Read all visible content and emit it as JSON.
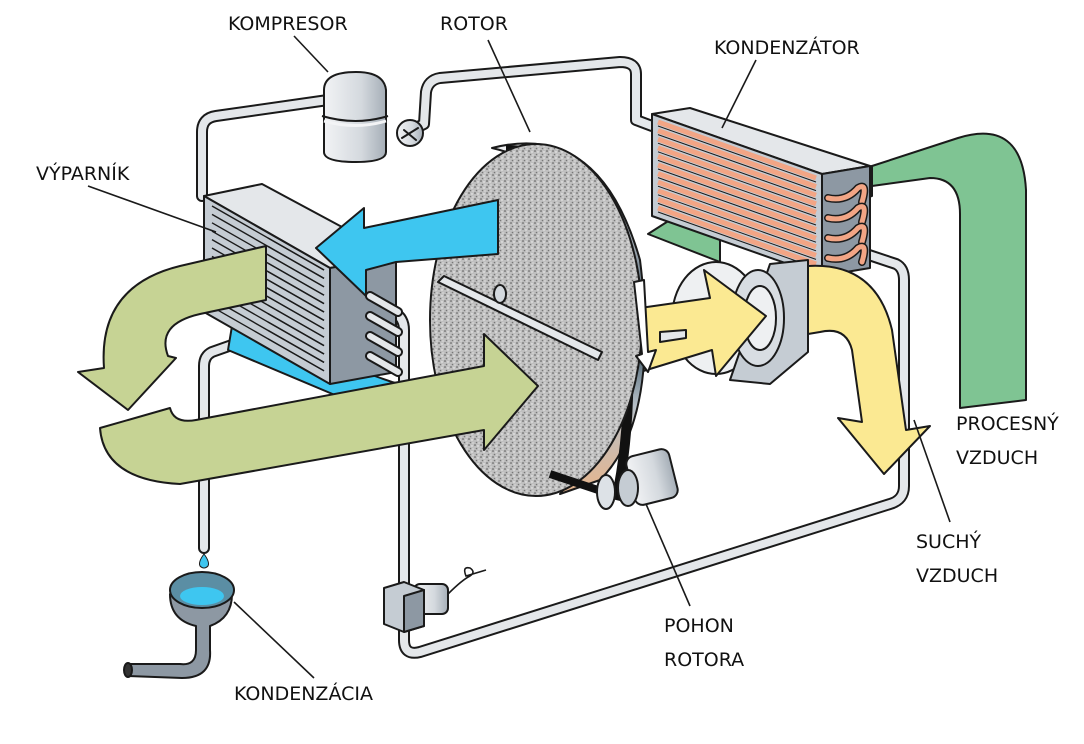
{
  "title": "Kondenzačný / adsorpčný odvlhčovač – schéma",
  "labels": {
    "compressor": "KOMPRESOR",
    "rotor": "ROTOR",
    "condenser": "KONDENZÁTOR",
    "evaporator": "VÝPARNÍK",
    "process_air_line1": "PROCESNÝ",
    "process_air_line2": "VZDUCH",
    "dry_air_line1": "SUCHÝ",
    "dry_air_line2": "VZDUCH",
    "rotor_drive_line1": "POHON",
    "rotor_drive_line2": "ROTORA",
    "condensate": "KONDENZÁCIA"
  },
  "components": [
    {
      "id": "compressor",
      "icon": "compressor-icon"
    },
    {
      "id": "evaporator",
      "icon": "evaporator-coil-icon"
    },
    {
      "id": "rotor",
      "icon": "desiccant-rotor-icon"
    },
    {
      "id": "condenser",
      "icon": "condenser-coil-icon"
    },
    {
      "id": "fan",
      "icon": "fan-icon"
    },
    {
      "id": "rotor_drive",
      "icon": "motor-icon"
    },
    {
      "id": "expansion_valve",
      "icon": "valve-icon"
    },
    {
      "id": "condensate_drain",
      "icon": "drain-funnel-icon"
    }
  ],
  "airflows": [
    {
      "id": "regeneration-air-cold",
      "color": "#3ec6f0"
    },
    {
      "id": "regeneration-air-hot",
      "color": "#7fc493"
    },
    {
      "id": "process-air",
      "color": "#c6d394"
    },
    {
      "id": "dry-air",
      "color": "#fbe992"
    }
  ],
  "colors": {
    "metal_light": "#e4e7ea",
    "metal_mid": "#c5ccd3",
    "metal_dark": "#8d98a3",
    "copper": "#f2a585",
    "water": "#3ec6f0",
    "belt": "#111111"
  }
}
